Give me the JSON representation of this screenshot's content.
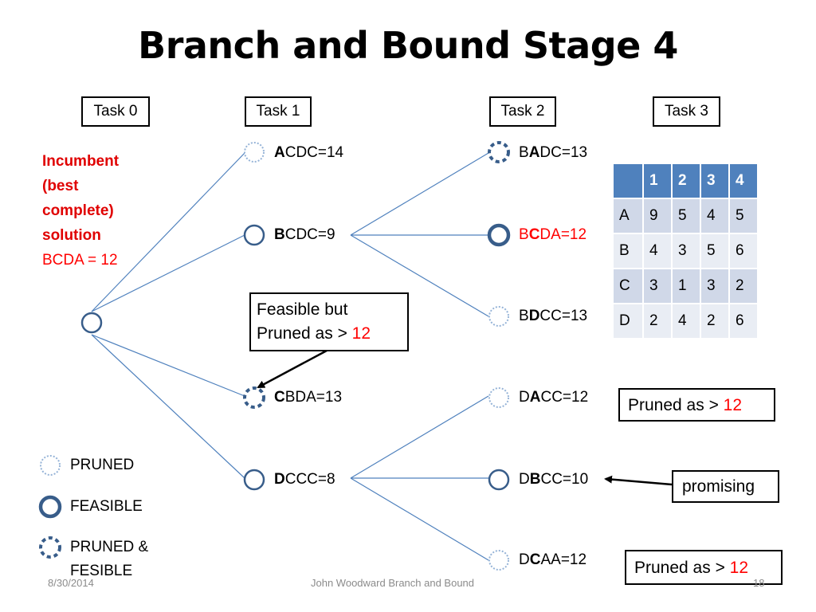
{
  "title": "Branch and Bound Stage 4",
  "tasks": [
    "Task 0",
    "Task 1",
    "Task 2",
    "Task 3"
  ],
  "incumbent": {
    "heading": [
      "Incumbent",
      "(best",
      "complete)",
      "solution"
    ],
    "value": "BCDA = 12"
  },
  "nodes": {
    "task1": [
      {
        "bold": "A",
        "rest": "CDC=14",
        "state": "pruned"
      },
      {
        "bold": "B",
        "rest": "CDC=9",
        "state": "feasible"
      },
      {
        "bold": "C",
        "rest": "BDA=13",
        "state": "pruned-feasible"
      },
      {
        "bold": "D",
        "rest": "CCC=8",
        "state": "feasible"
      }
    ],
    "task2": [
      {
        "pre": "B",
        "bold": "A",
        "rest": "DC=13",
        "state": "pruned-feasible"
      },
      {
        "pre": "B",
        "bold": "C",
        "rest": "DA=12",
        "state": "feasible-thick",
        "highlight": true
      },
      {
        "pre": "B",
        "bold": "D",
        "rest": "CC=13",
        "state": "pruned"
      },
      {
        "pre": "D",
        "bold": "A",
        "rest": "CC=12",
        "state": "pruned"
      },
      {
        "pre": "D",
        "bold": "B",
        "rest": "CC=10",
        "state": "feasible"
      },
      {
        "pre": "D",
        "bold": "C",
        "rest": "AA=12",
        "state": "pruned"
      }
    ]
  },
  "callouts": {
    "feasible_pruned": {
      "line1": "Feasible but",
      "line2_text": "Pruned as > ",
      "line2_num": "12"
    },
    "pruned_upper": {
      "text": "Pruned as > ",
      "num": "12"
    },
    "promising": {
      "text": "promising"
    },
    "pruned_lower": {
      "text": "Pruned as > ",
      "num": "12"
    }
  },
  "cost_table": {
    "columns": [
      "",
      "1",
      "2",
      "3",
      "4"
    ],
    "rows": [
      {
        "label": "A",
        "values": [
          "9",
          "5",
          "4",
          "5"
        ]
      },
      {
        "label": "B",
        "values": [
          "4",
          "3",
          "5",
          "6"
        ]
      },
      {
        "label": "C",
        "values": [
          "3",
          "1",
          "3",
          "2"
        ]
      },
      {
        "label": "D",
        "values": [
          "2",
          "4",
          "2",
          "6"
        ]
      }
    ]
  },
  "legend": [
    {
      "label": "PRUNED",
      "state": "pruned"
    },
    {
      "label": "FEASIBLE",
      "state": "feasible"
    },
    {
      "label": "PRUNED &",
      "label2": "FESIBLE",
      "state": "pruned-feasible"
    }
  ],
  "footer": {
    "date": "8/30/2014",
    "center": "John Woodward Branch and Bound",
    "page": "18"
  },
  "colors": {
    "edge": "#4f81bd",
    "node_dark": "#385d8a",
    "node_light": "#95b3d7",
    "highlight": "#ff0000"
  }
}
